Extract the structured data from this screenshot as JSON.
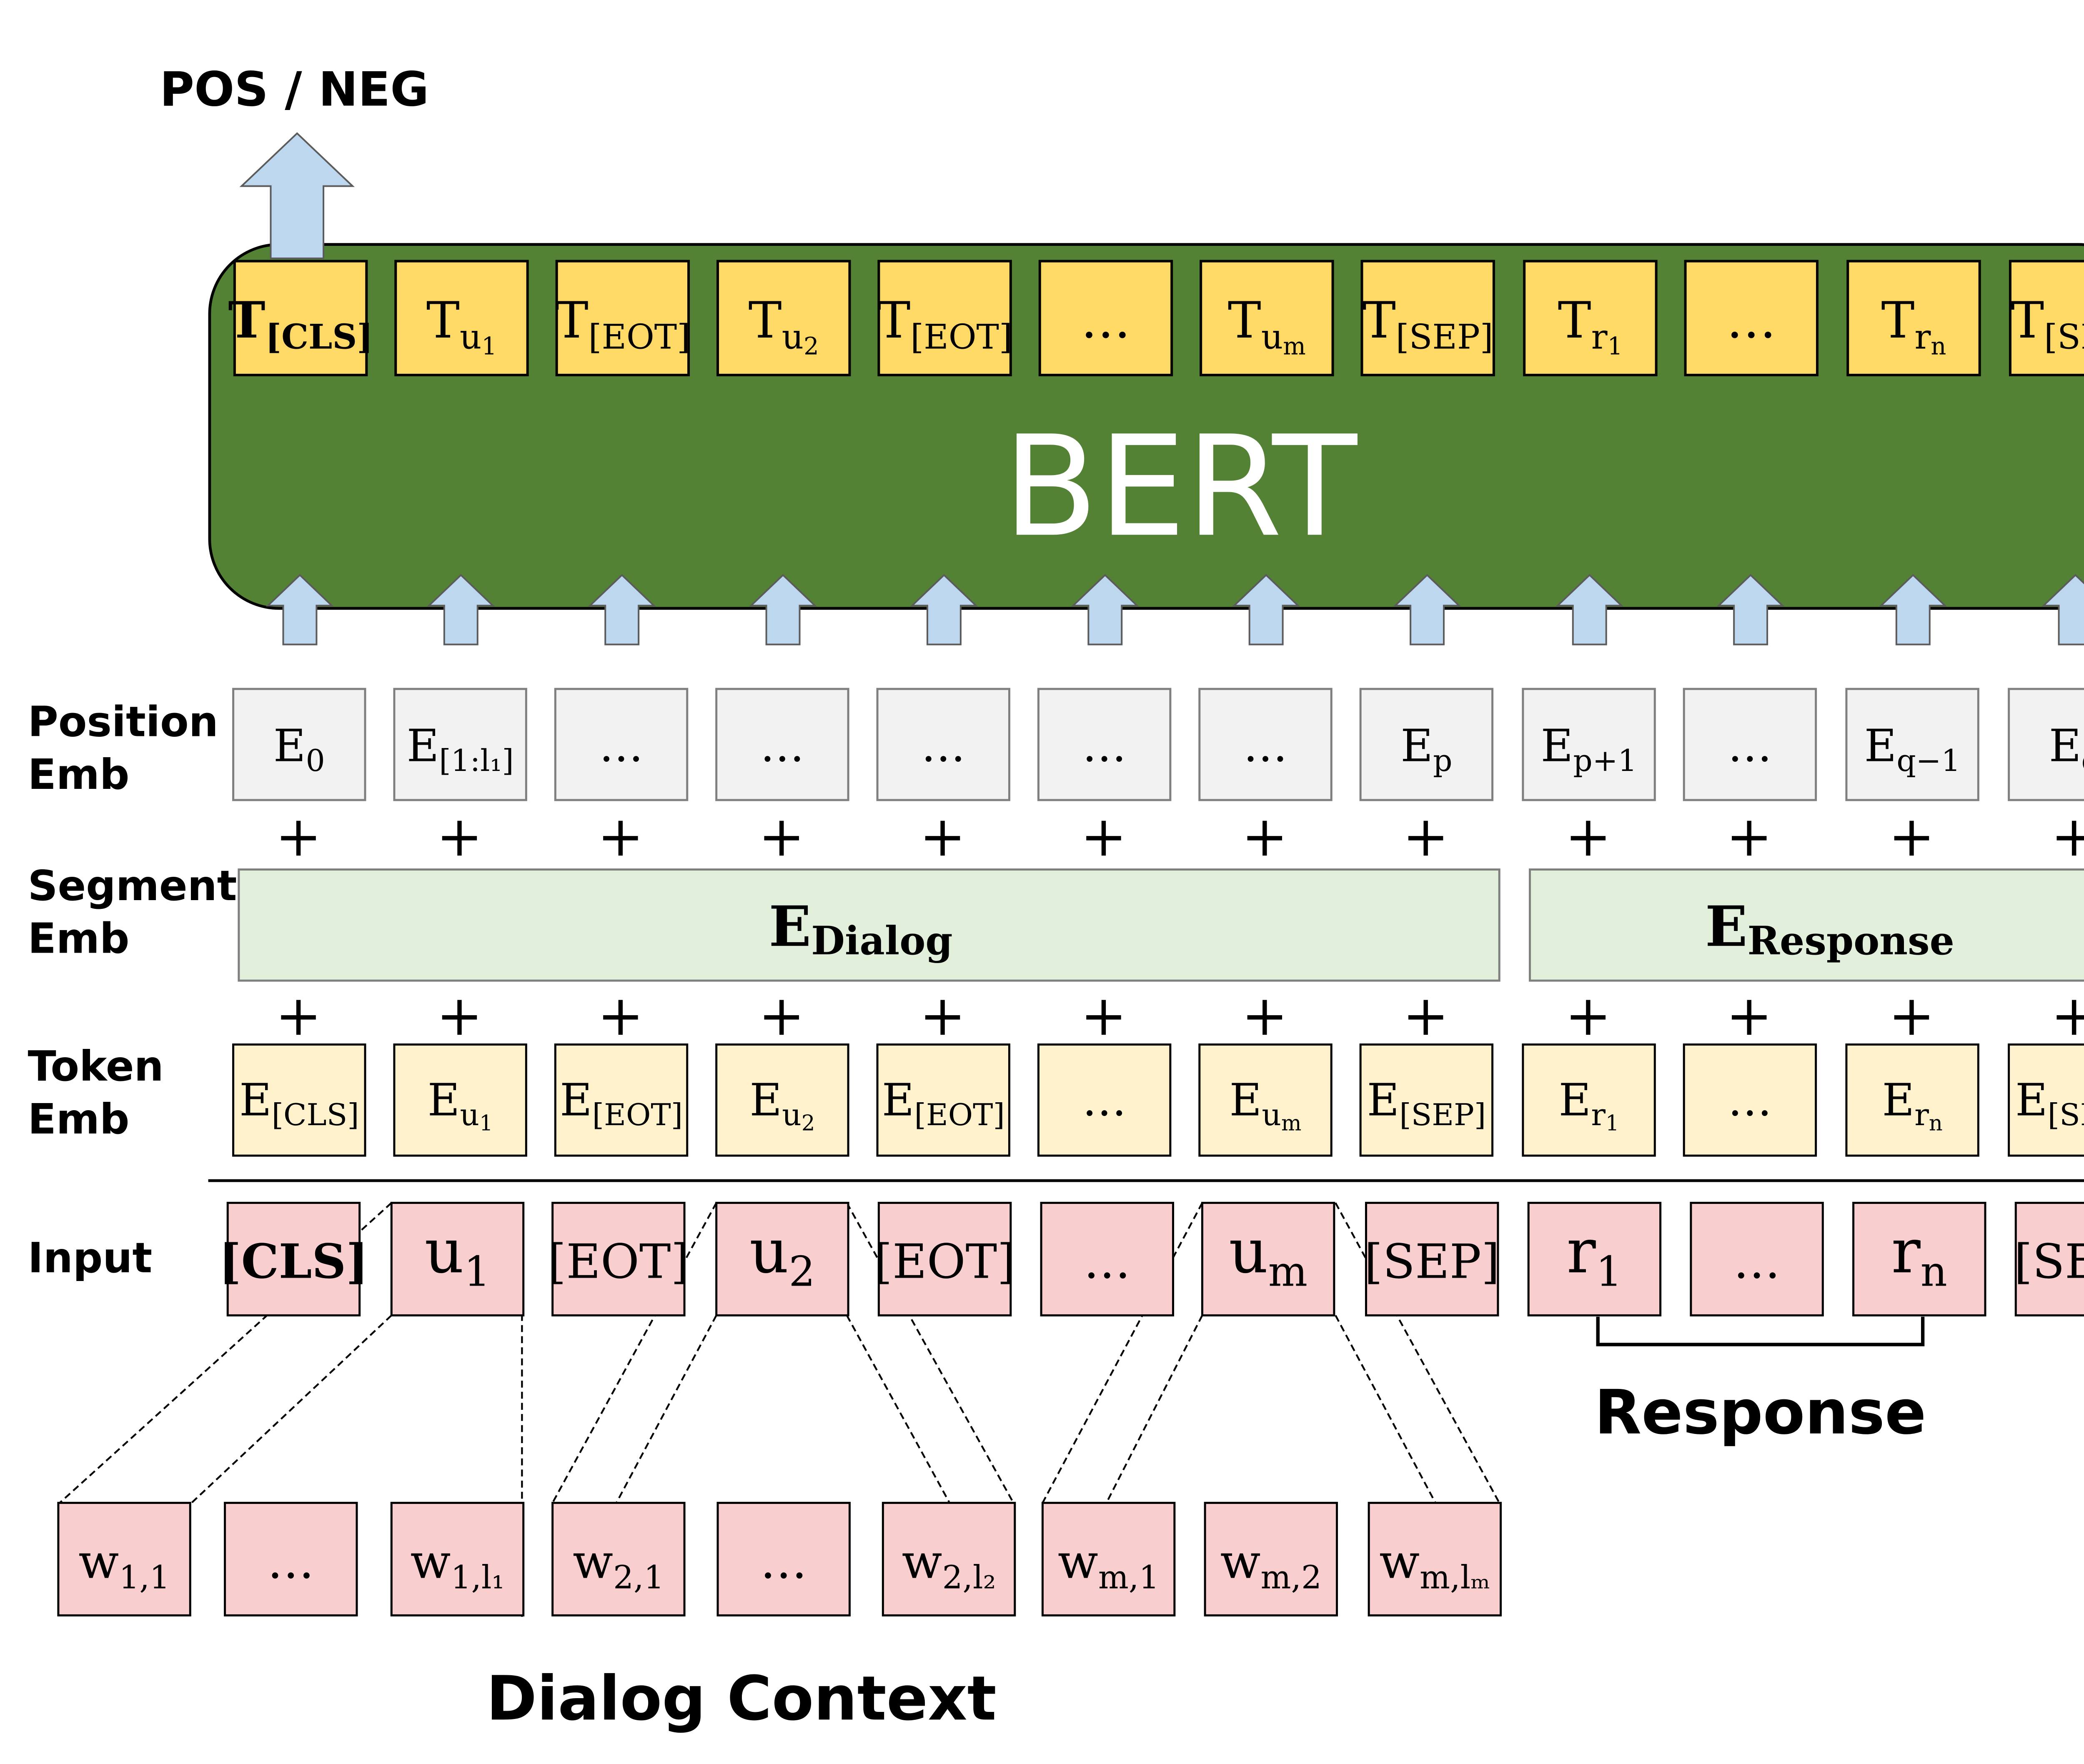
{
  "output_label": "POS / NEG",
  "bert_label": "BERT",
  "colors": {
    "bert_fill": "#548235",
    "output_token_fill": "#FFD966",
    "position_fill": "#F2F2F2",
    "segment_fill": "#E2EFDA",
    "token_fill": "#FFF2CC",
    "input_fill": "#F8CECF",
    "arrow_fill": "#BDD7EE",
    "arrow_stroke": "#5B5B5B"
  },
  "row_labels": {
    "position": [
      "Position",
      "Emb"
    ],
    "segment": [
      "Segment",
      "Emb"
    ],
    "token": [
      "Token",
      "Emb"
    ],
    "input": "Input"
  },
  "output_tokens": [
    {
      "base": "T",
      "sub": "[CLS]",
      "bold": true
    },
    {
      "base": "T",
      "sub": "u",
      "subsub": "1"
    },
    {
      "base": "T",
      "sub": "[EOT]"
    },
    {
      "base": "T",
      "sub": "u",
      "subsub": "2"
    },
    {
      "base": "T",
      "sub": "[EOT]"
    },
    {
      "base": "…"
    },
    {
      "base": "T",
      "sub": "u",
      "subsub": "m"
    },
    {
      "base": "T",
      "sub": "[SEP]"
    },
    {
      "base": "T",
      "sub": "r",
      "subsub": "1"
    },
    {
      "base": "…"
    },
    {
      "base": "T",
      "sub": "r",
      "subsub": "n"
    },
    {
      "base": "T",
      "sub": "[SEP]"
    }
  ],
  "position_emb": [
    {
      "base": "E",
      "sub": "0"
    },
    {
      "base": "E",
      "sub": "[1:l₁]"
    },
    {
      "base": "…"
    },
    {
      "base": "…"
    },
    {
      "base": "…"
    },
    {
      "base": "…"
    },
    {
      "base": "…"
    },
    {
      "base": "E",
      "sub": "p"
    },
    {
      "base": "E",
      "sub": "p+1"
    },
    {
      "base": "…"
    },
    {
      "base": "E",
      "sub": "q−1"
    },
    {
      "base": "E",
      "sub": "q"
    }
  ],
  "plus_sign": "+",
  "segment_emb": {
    "dialog": {
      "base": "E",
      "sub": "Dialog"
    },
    "response": {
      "base": "E",
      "sub": "Response"
    }
  },
  "token_emb": [
    {
      "base": "E",
      "sub": "[CLS]"
    },
    {
      "base": "E",
      "sub": "u",
      "subsub": "1"
    },
    {
      "base": "E",
      "sub": "[EOT]"
    },
    {
      "base": "E",
      "sub": "u",
      "subsub": "2"
    },
    {
      "base": "E",
      "sub": "[EOT]"
    },
    {
      "base": "…"
    },
    {
      "base": "E",
      "sub": "u",
      "subsub": "m"
    },
    {
      "base": "E",
      "sub": "[SEP]"
    },
    {
      "base": "E",
      "sub": "r",
      "subsub": "1"
    },
    {
      "base": "…"
    },
    {
      "base": "E",
      "sub": "r",
      "subsub": "n"
    },
    {
      "base": "E",
      "sub": "[SEP]"
    }
  ],
  "input_tokens": [
    {
      "base": "[CLS]",
      "bold": true
    },
    {
      "base": "u",
      "sub": "1"
    },
    {
      "base": "[EOT]"
    },
    {
      "base": "u",
      "sub": "2"
    },
    {
      "base": "[EOT]"
    },
    {
      "base": "…"
    },
    {
      "base": "u",
      "sub": "m"
    },
    {
      "base": "[SEP]"
    },
    {
      "base": "r",
      "sub": "1"
    },
    {
      "base": "…"
    },
    {
      "base": "r",
      "sub": "n"
    },
    {
      "base": "[SEP]"
    }
  ],
  "words": [
    {
      "base": "w",
      "sub": "1,1"
    },
    {
      "base": "…"
    },
    {
      "base": "w",
      "sub": "1,l₁"
    },
    {
      "base": "w",
      "sub": "2,1"
    },
    {
      "base": "…"
    },
    {
      "base": "w",
      "sub": "2,l₂"
    },
    {
      "base": "w",
      "sub": "m,1"
    },
    {
      "base": "w",
      "sub": "m,2"
    },
    {
      "base": "w",
      "sub": "m,lₘ"
    }
  ],
  "response_label": "Response",
  "dialog_context_label": "Dialog Context"
}
